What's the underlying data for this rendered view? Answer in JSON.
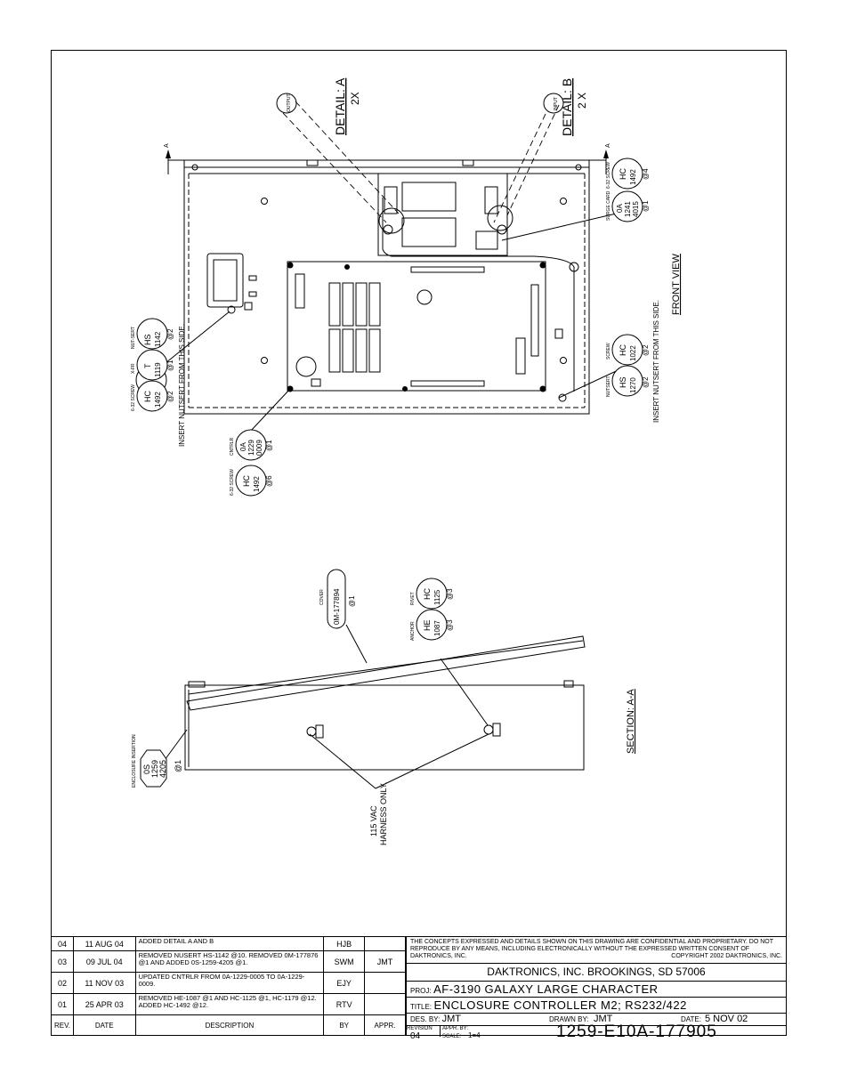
{
  "views": {
    "detail_a": {
      "title": "DETAIL: A",
      "scale": "2X",
      "bubble": "OUTPUT"
    },
    "detail_b": {
      "title": "DETAIL: B",
      "scale": "2 X",
      "bubble": "INPUT"
    },
    "front_view": "FRONT VIEW",
    "section": "SECTION: A-A",
    "section_arrow": "A"
  },
  "notes": {
    "nutsert_left": "INSERT NUTSERT FROM THIS SIDE.",
    "nutsert_right": "INSERT NUTSERT FROM THIS SIDE.",
    "harness": [
      "115 VAC",
      "HARNESS ONLY."
    ]
  },
  "callouts": {
    "hs1142": {
      "label": "NUT-SERT",
      "code": [
        "HS",
        "1142"
      ],
      "qty": "@2"
    },
    "t1119": {
      "label": "X-FR",
      "code": [
        "T",
        "1119"
      ],
      "qty": "@1"
    },
    "hc1492a": {
      "label": "6-32 SCREW",
      "code": [
        "HC",
        "1492"
      ],
      "qty": "@2"
    },
    "cntrlr": {
      "label": "CNTRLR",
      "code": [
        "0A",
        "1229",
        "0009"
      ],
      "qty": "@1"
    },
    "hc1492b": {
      "label": "6-32 SCREW",
      "code": [
        "HC",
        "1492"
      ],
      "qty": "@6"
    },
    "hc1492c": {
      "label": "6-32 SCREW",
      "code": [
        "HC",
        "1492"
      ],
      "qty": "@4"
    },
    "surge": {
      "label": "SURGE CARD",
      "code": [
        "0A",
        "1241",
        "4015"
      ],
      "qty": "@1"
    },
    "hc1022": {
      "label": "SCREW",
      "code": [
        "HC",
        "1022"
      ],
      "qty": "@2"
    },
    "hs1270": {
      "label": "NUTSERT",
      "code": [
        "HS",
        "1270"
      ],
      "qty": "@2"
    },
    "cover": {
      "label": "COVER",
      "code": "0M-177894",
      "qty": "@1"
    },
    "hc1125": {
      "label": "RIVET",
      "code": [
        "HC",
        "1125"
      ],
      "qty": "@3"
    },
    "he1087": {
      "label": "ANCHOR",
      "code": [
        "HE",
        "1087"
      ],
      "qty": "@3"
    },
    "enclosure": {
      "label": "ENCLOSURE INSERTION",
      "code": [
        "0S",
        "1259",
        "4205"
      ],
      "qty": "@1"
    }
  },
  "revisions": {
    "headers": [
      "REV.",
      "DATE",
      "DESCRIPTION",
      "BY",
      "APPR."
    ],
    "rows": [
      {
        "rev": "04",
        "date": "11 AUG 04",
        "desc": "ADDED DETAIL A AND B",
        "by": "HJB",
        "appr": ""
      },
      {
        "rev": "03",
        "date": "09 JUL 04",
        "desc": "REMOVED NUSERT HS-1142 @10. REMOVED 0M-177876 @1 AND ADDED 0S-1259-4205 @1.",
        "by": "SWM",
        "appr": "JMT"
      },
      {
        "rev": "02",
        "date": "11 NOV 03",
        "desc": "UPDATED CNTRLR FROM 0A-1229-0005 TO 0A-1229-0009.",
        "by": "EJY",
        "appr": ""
      },
      {
        "rev": "01",
        "date": "25 APR 03",
        "desc": "REMOVED HE-1087 @1 AND HC-1125 @1, HC-1179 @12. ADDED HC-1492 @12.",
        "by": "RTV",
        "appr": ""
      }
    ]
  },
  "title_block": {
    "notice": "THE CONCEPTS EXPRESSED AND DETAILS SHOWN ON THIS DRAWING ARE CONFIDENTIAL AND PROPRIETARY. DO NOT REPRODUCE BY ANY MEANS, INCLUDING ELECTRONICALLY WITHOUT THE EXPRESSED WRITTEN CONSENT OF DAKTRONICS, INC.",
    "copyright": "COPYRIGHT 2002 DAKTRONICS, INC.",
    "company": "DAKTRONICS, INC.   BROOKINGS, SD 57006",
    "proj_label": "PROJ:",
    "proj": "AF-3190 GALAXY LARGE CHARACTER",
    "title_label": "TITLE:",
    "title": "ENCLOSURE CONTROLLER M2; RS232/422",
    "des_label": "DES. BY:",
    "des": "JMT",
    "drawn_label": "DRAWN BY:",
    "drawn": "JMT",
    "date_label": "DATE:",
    "date": "5 NOV 02",
    "revision_label": "REVISION",
    "revision": "04",
    "appr_label": "APPR. BY:",
    "appr": "",
    "scale_label": "SCALE:",
    "scale": "1=4",
    "drawing_number": "1259-E10A-177905"
  }
}
